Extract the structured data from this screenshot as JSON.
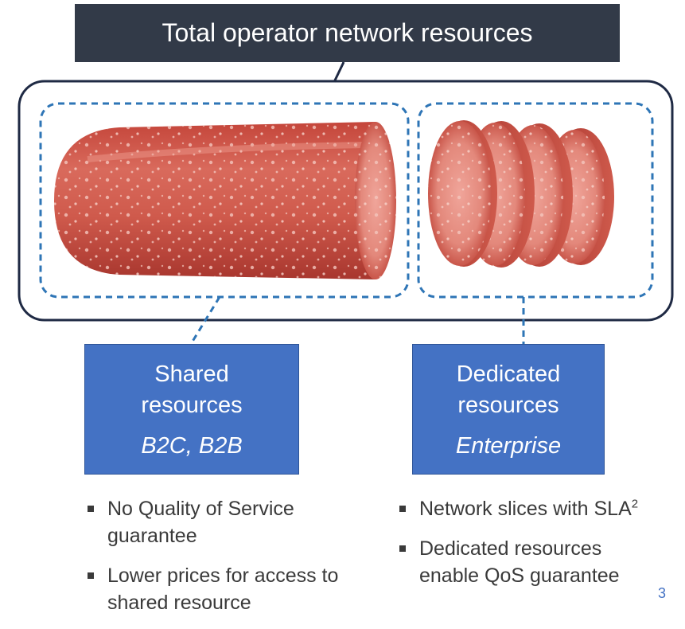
{
  "title": "Total operator network resources",
  "shared": {
    "title_line1": "Shared",
    "title_line2": "resources",
    "subtitle": "B2C, B2B",
    "bullets": [
      "No Quality of Service guarantee",
      "Lower prices for access to shared resource"
    ]
  },
  "dedicated": {
    "title_line1": "Dedicated",
    "title_line2": "resources",
    "subtitle": "Enterprise",
    "bullet1_text": "Network slices with SLA",
    "bullet1_superscript": "2",
    "bullet2_text": "Dedicated resources enable QoS guarantee"
  },
  "footnote_number": "3",
  "colors": {
    "title_bg": "#323a48",
    "box_blue": "#4472c4",
    "outline_navy": "#1f2a44",
    "dash_blue": "#2e75b6",
    "salami": "#c9473d"
  },
  "images": {
    "whole_salami": "salami-log-image",
    "sliced_salami": "salami-slices-image"
  }
}
